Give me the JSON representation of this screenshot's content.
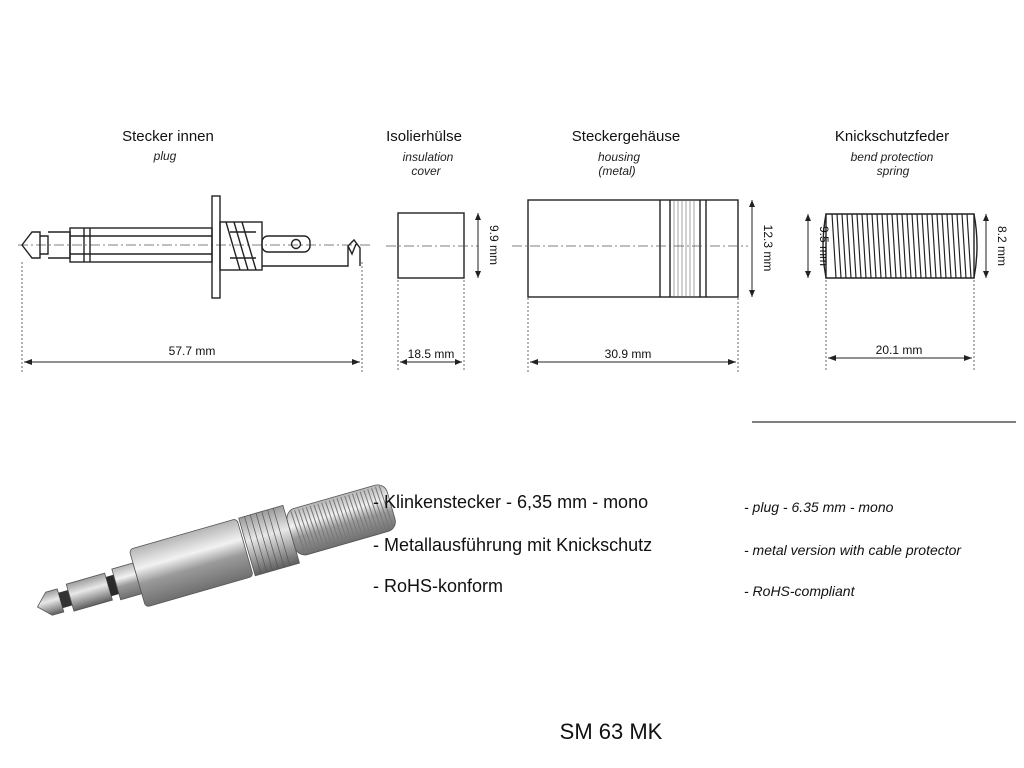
{
  "components": [
    {
      "title": "Stecker innen",
      "subtitle": [
        "plug"
      ],
      "length": "57.7 mm"
    },
    {
      "title": "Isolierhülse",
      "subtitle": [
        "insulation",
        "cover"
      ],
      "length": "18.5 mm",
      "diameter": "9.9 mm"
    },
    {
      "title": "Steckergehäuse",
      "subtitle": [
        "housing",
        "(metal)"
      ],
      "length": "30.9 mm",
      "diameter": "12.3 mm"
    },
    {
      "title": "Knickschutzfeder",
      "subtitle": [
        "bend protection",
        "spring"
      ],
      "length": "20.1 mm",
      "diameter_left": "9.5 mm",
      "diameter_right": "8.2 mm"
    }
  ],
  "features_de": [
    "- Klinkenstecker - 6,35 mm - mono",
    "- Metallausführung mit Knickschutz",
    "- RoHS-konform"
  ],
  "features_en": [
    "- plug - 6.35 mm - mono",
    "- metal version with cable protector",
    "- RoHS-compliant"
  ],
  "model": "SM 63 MK",
  "colors": {
    "line": "#222222",
    "metal_light": "#e6e6e6",
    "metal_dark": "#8a8a8a"
  }
}
